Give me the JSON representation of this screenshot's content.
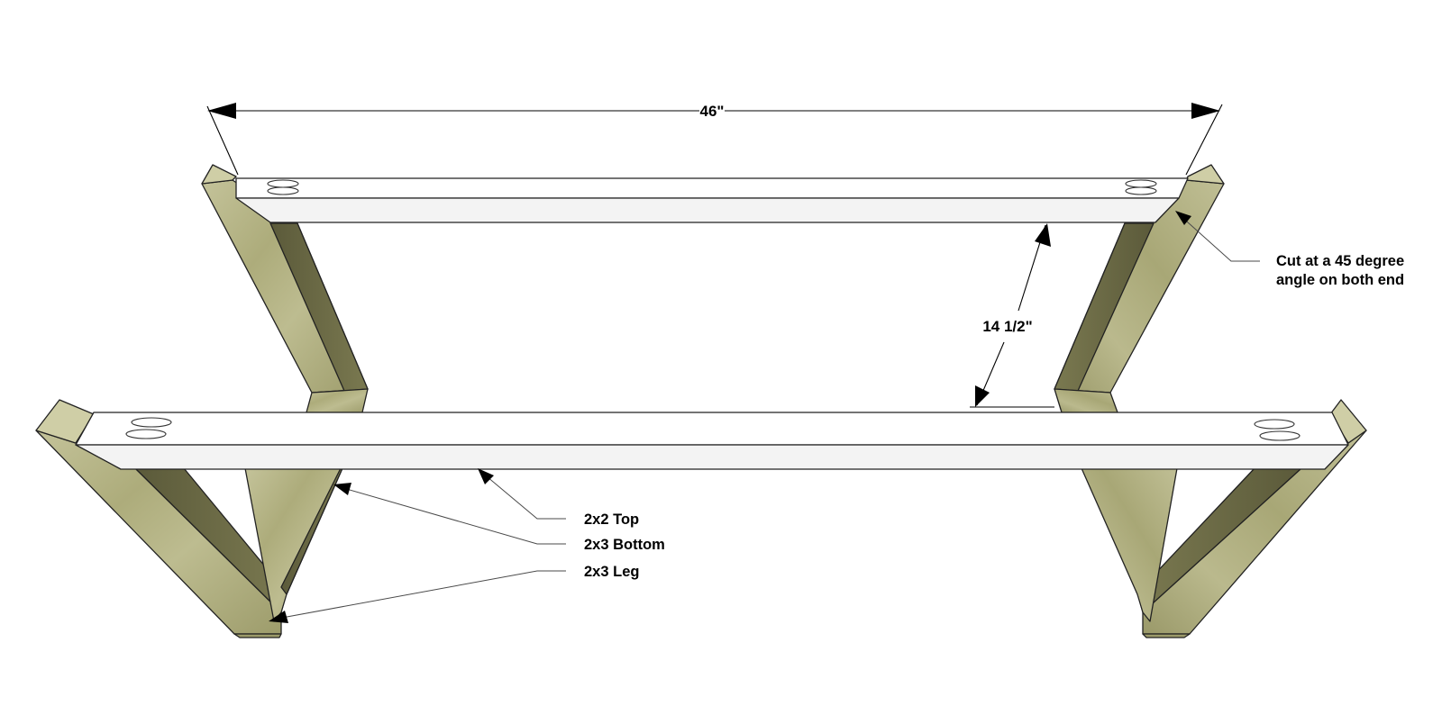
{
  "dimensions": {
    "width_label": "46\"",
    "height_label": "14 1/2\""
  },
  "callouts": {
    "cut_angle_line1": "Cut at a 45 degree",
    "cut_angle_line2": "angle on both end",
    "top_label": "2x2 Top",
    "bottom_label": "2x3 Bottom",
    "leg_label": "2x3 Leg"
  },
  "colors": {
    "wood_light": "#b9b88c",
    "wood_mid": "#a3a272",
    "wood_dark": "#6f6e48",
    "wood_shadow": "#4f4e32",
    "rail_top": "#ffffff",
    "rail_face": "#f4f4f4",
    "line": "#000000"
  }
}
